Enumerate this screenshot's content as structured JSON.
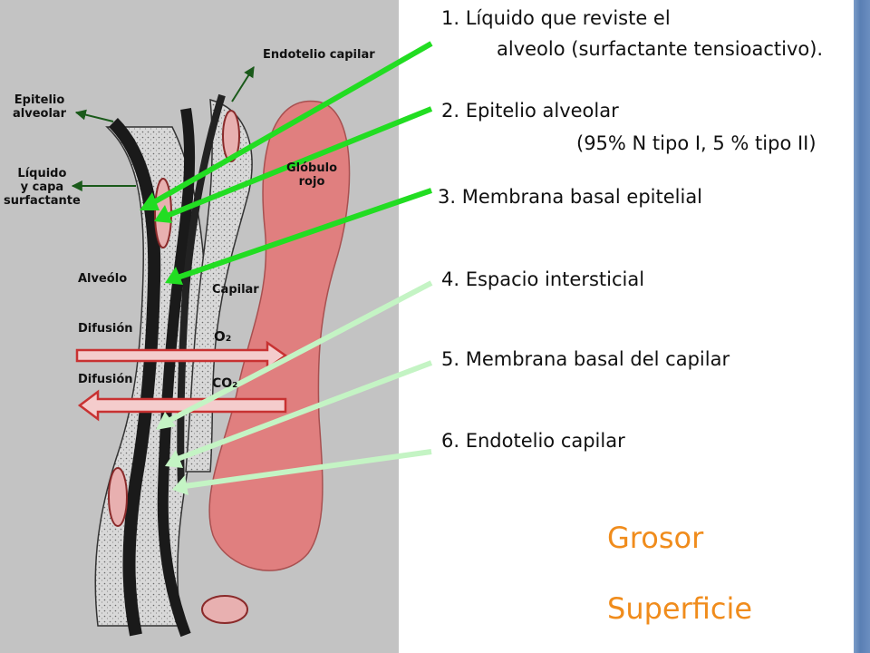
{
  "left_labels": {
    "endotelio_capilar": "Endotelio capilar",
    "epitelio_alveolar": "Epitelio\nalveolar",
    "liquido_surfactante": "Líquido\ny capa\nsurfactante",
    "globulo_rojo": "Glóbulo\nrojo",
    "alveolo": "Alveólo",
    "capilar": "Capilar",
    "difusion_1": "Difusión",
    "difusion_2": "Difusión",
    "o2": "O₂",
    "co2": "CO₂"
  },
  "items": [
    {
      "line1": "1. Líquido que reviste el",
      "line2": "alveolo (surfactante tensioactivo)."
    },
    {
      "line1": "2. Epitelio alveolar",
      "line2": "(95% N tipo I, 5 % tipo II)"
    },
    {
      "line1": "3. Membrana basal epitelial"
    },
    {
      "line1": "4. Espacio intersticial"
    },
    {
      "line1": "5. Membrana basal del capilar"
    },
    {
      "line1": "6. Endotelio capilar"
    }
  ],
  "footer": {
    "grosor": "Grosor",
    "superficie": "Superficie"
  },
  "colors": {
    "arrow_bright": "#22dd22",
    "arrow_pale": "#c4f4c4",
    "red_cell": "#e07f7f",
    "diffusion_arrow": "#c83232",
    "accent_orange": "#f08c1c"
  }
}
